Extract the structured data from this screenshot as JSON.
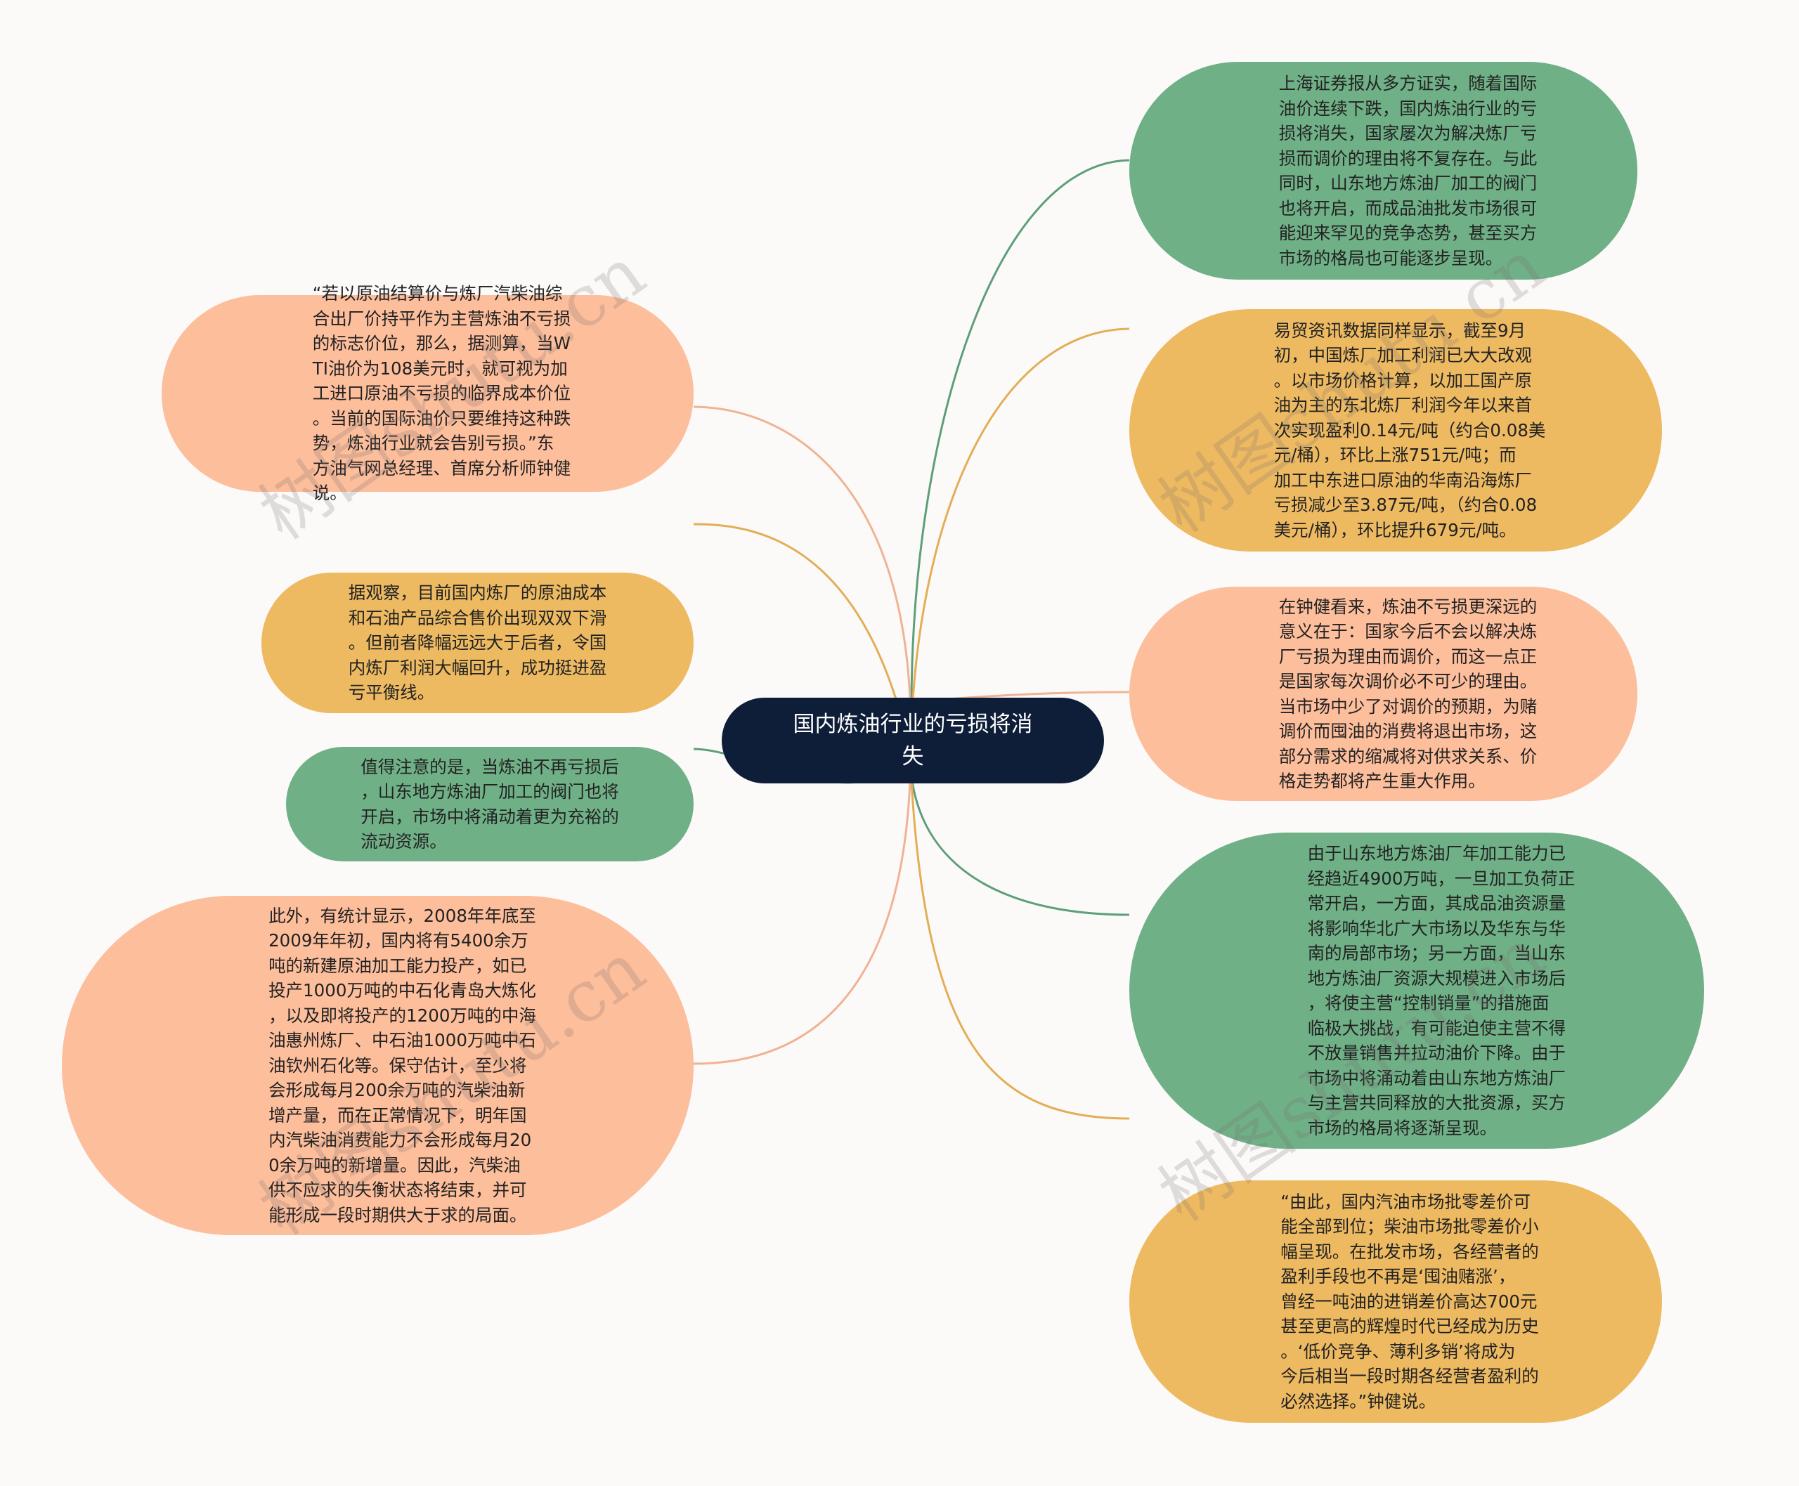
{
  "diagram": {
    "type": "mind-map",
    "center": {
      "label": "国内炼油行业的亏损将消\n失",
      "color": "#0E1E38"
    },
    "colors": {
      "green": "#70B087",
      "orange": "#EDBA62",
      "peach": "#FDBE9C",
      "background": "#FCFAF9"
    },
    "right_nodes": [
      {
        "color": "green",
        "text": "上海证券报从多方证实，随着国际\n油价连续下跌，国内炼油行业的亏\n损将消失，国家屡次为解决炼厂亏\n损而调价的理由将不复存在。与此\n同时，山东地方炼油厂加工的阀门\n也将开启，而成品油批发市场很可\n能迎来罕见的竞争态势，甚至买方\n市场的格局也可能逐步呈现。"
      },
      {
        "color": "orange",
        "text": "易贸资讯数据同样显示，截至9月\n初，中国炼厂加工利润已大大改观\n。以市场价格计算，以加工国产原\n油为主的东北炼厂利润今年以来首\n次实现盈利0.14元/吨（约合0.08美\n元/桶），环比上涨751元/吨；而\n加工中东进口原油的华南沿海炼厂\n亏损减少至3.87元/吨，（约合0.08\n美元/桶），环比提升679元/吨。"
      },
      {
        "color": "peach",
        "text": "在钟健看来，炼油不亏损更深远的\n意义在于：国家今后不会以解决炼\n厂亏损为理由而调价，而这一点正\n是国家每次调价必不可少的理由。\n当市场中少了对调价的预期，为赌\n调价而囤油的消费将退出市场，这\n部分需求的缩减将对供求关系、价\n格走势都将产生重大作用。"
      },
      {
        "color": "green",
        "text": "由于山东地方炼油厂年加工能力已\n经趋近4900万吨，一旦加工负荷正\n常开启，一方面，其成品油资源量\n将影响华北广大市场以及华东与华\n南的局部市场；另一方面，当山东\n地方炼油厂资源大规模进入市场后\n，将使主营“控制销量”的措施面\n临极大挑战，有可能迫使主营不得\n不放量销售并拉动油价下降。由于\n市场中将涌动着由山东地方炼油厂\n与主营共同释放的大批资源，买方\n市场的格局将逐渐呈现。"
      },
      {
        "color": "orange",
        "text": "“由此，国内汽油市场批零差价可\n能全部到位；柴油市场批零差价小\n幅呈现。在批发市场，各经营者的\n盈利手段也不再是‘囤油赌涨’，\n曾经一吨油的进销差价高达700元\n甚至更高的辉煌时代已经成为历史\n。‘低价竞争、薄利多销’将成为\n今后相当一段时期各经营者盈利的\n必然选择。”钟健说。"
      }
    ],
    "left_nodes": [
      {
        "color": "peach",
        "text": "“若以原油结算价与炼厂汽柴油综\n合出厂价持平作为主营炼油不亏损\n的标志价位，那么，据测算，当W\nTI油价为108美元时，就可视为加\n工进口原油不亏损的临界成本价位\n。当前的国际油价只要维持这种跌\n势，炼油行业就会告别亏损。”东\n方油气网总经理、首席分析师钟健\n说。"
      },
      {
        "color": "orange",
        "text": "据观察，目前国内炼厂的原油成本\n和石油产品综合售价出现双双下滑\n。但前者降幅远远大于后者，令国\n内炼厂利润大幅回升，成功挺进盈\n亏平衡线。"
      },
      {
        "color": "green",
        "text": "值得注意的是，当炼油不再亏损后\n，山东地方炼油厂加工的阀门也将\n开启，市场中将涌动着更为充裕的\n流动资源。"
      },
      {
        "color": "peach",
        "text": "此外，有统计显示，2008年年底至\n2009年年初，国内将有5400余万\n吨的新建原油加工能力投产，如已\n投产1000万吨的中石化青岛大炼化\n，以及即将投产的1200万吨的中海\n油惠州炼厂、中石油1000万吨中石\n油钦州石化等。保守估计，至少将\n会形成每月200余万吨的汽柴油新\n增产量，而在正常情况下，明年国\n内汽柴油消费能力不会形成每月20\n0余万吨的新增量。因此，汽柴油\n供不应求的失衡状态将结束，并可\n能形成一段时期供大于求的局面。"
      }
    ],
    "watermark": "树图shutu.cn"
  }
}
